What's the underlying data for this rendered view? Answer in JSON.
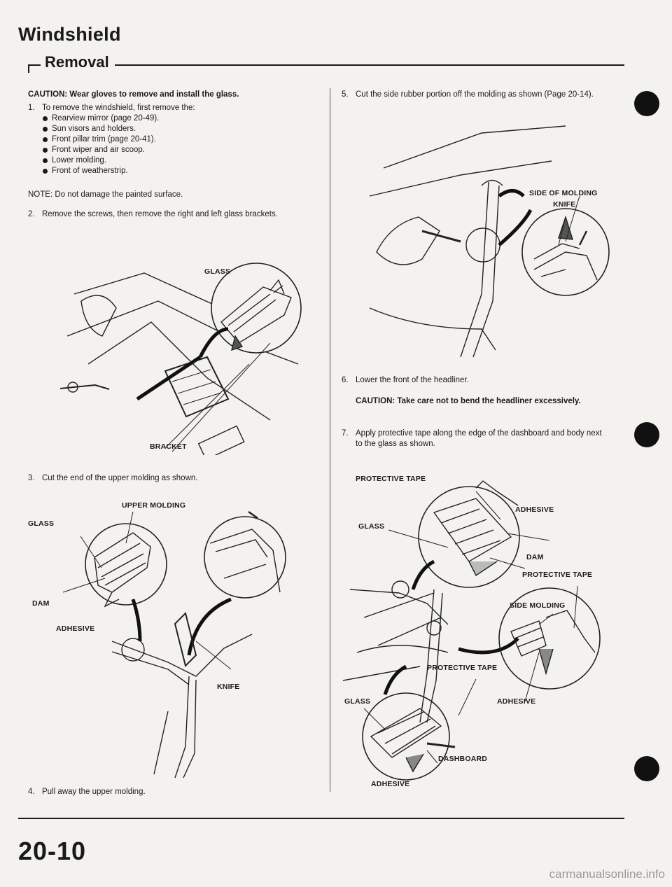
{
  "header": {
    "title": "Windshield",
    "section": "Removal",
    "page_number": "20-10"
  },
  "left": {
    "caution": "CAUTION: Wear gloves to remove and install the glass.",
    "step1": {
      "num": "1.",
      "text": "To remove the windshield, first remove the:",
      "items": [
        "Rearview mirror (page 20-49).",
        "Sun visors and holders.",
        "Front pillar trim (page 20-41).",
        "Front wiper and air scoop.",
        "Lower molding.",
        "Front of weatherstrip."
      ]
    },
    "note": "NOTE: Do not damage the painted surface.",
    "step2": {
      "num": "2.",
      "text": "Remove the screws, then remove the right and left glass brackets."
    },
    "fig1": {
      "glass": "GLASS",
      "bracket": "BRACKET"
    },
    "step3": {
      "num": "3.",
      "text": "Cut the end of the upper molding as shown."
    },
    "fig2": {
      "upper_molding": "UPPER MOLDING",
      "glass": "GLASS",
      "dam": "DAM",
      "adhesive": "ADHESIVE",
      "knife": "KNIFE"
    },
    "step4": {
      "num": "4.",
      "text": "Pull away the upper molding."
    }
  },
  "right": {
    "step5": {
      "num": "5.",
      "text": "Cut the side rubber portion off the molding as shown (Page 20-14)."
    },
    "fig3": {
      "side_of_molding": "SIDE OF MOLDING",
      "knife": "KNIFE"
    },
    "step6": {
      "num": "6.",
      "text": "Lower the front of the headliner."
    },
    "caution2": "CAUTION: Take care not to bend the headliner excessively.",
    "step7": {
      "num": "7.",
      "text": "Apply protective tape along the edge of the dashboard and body next to the glass as shown."
    },
    "fig4": {
      "protective_tape_top": "PROTECTIVE TAPE",
      "adhesive_top": "ADHESIVE",
      "glass_top": "GLASS",
      "dam": "DAM",
      "protective_tape_right": "PROTECTIVE TAPE",
      "side_molding": "SIDE MOLDING",
      "protective_tape_mid": "PROTECTIVE TAPE",
      "glass_bottom": "GLASS",
      "adhesive_right": "ADHESIVE",
      "dashboard": "DASHBOARD",
      "adhesive_bottom": "ADHESIVE"
    }
  },
  "watermark": "carmanualsonline.info"
}
